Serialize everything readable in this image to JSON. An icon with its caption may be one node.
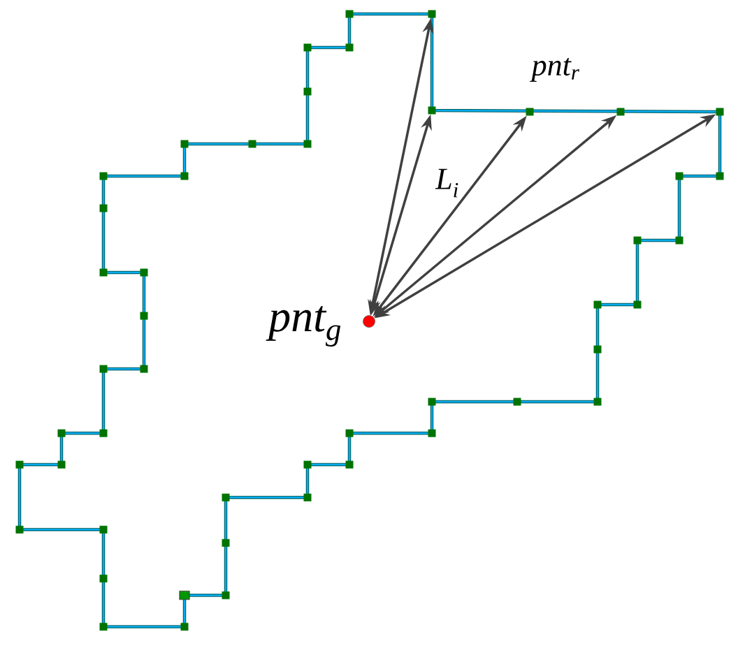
{
  "diagram": {
    "nodes": [
      {
        "text": [],
        "shape": "circle",
        "beside": [
          "pnt$_{g}$"
        ]
      },
      {
        "text": [],
        "shape": "box"
      },
      {
        "text": [],
        "shape": "box"
      },
      {
        "text": [],
        "shape": "box"
      },
      {
        "text": [],
        "shape": "box"
      },
      {
        "text": [],
        "shape": "box"
      }
    ],
    "edges": [
      {
        "from": 0,
        "to": 1,
        "arrow": "both"
      },
      {
        "from": 0,
        "to": 2,
        "arrow": "both"
      },
      {
        "from": 0,
        "to": 3,
        "arrow": "both"
      },
      {
        "from": 0,
        "to": 4,
        "arrow": "both"
      },
      {
        "from": 0,
        "to": 5,
        "arrow": "both"
      }
    ],
    "labels": [
      "pnt$_{r}$",
      "L$_{i}$"
    ]
  }
}
